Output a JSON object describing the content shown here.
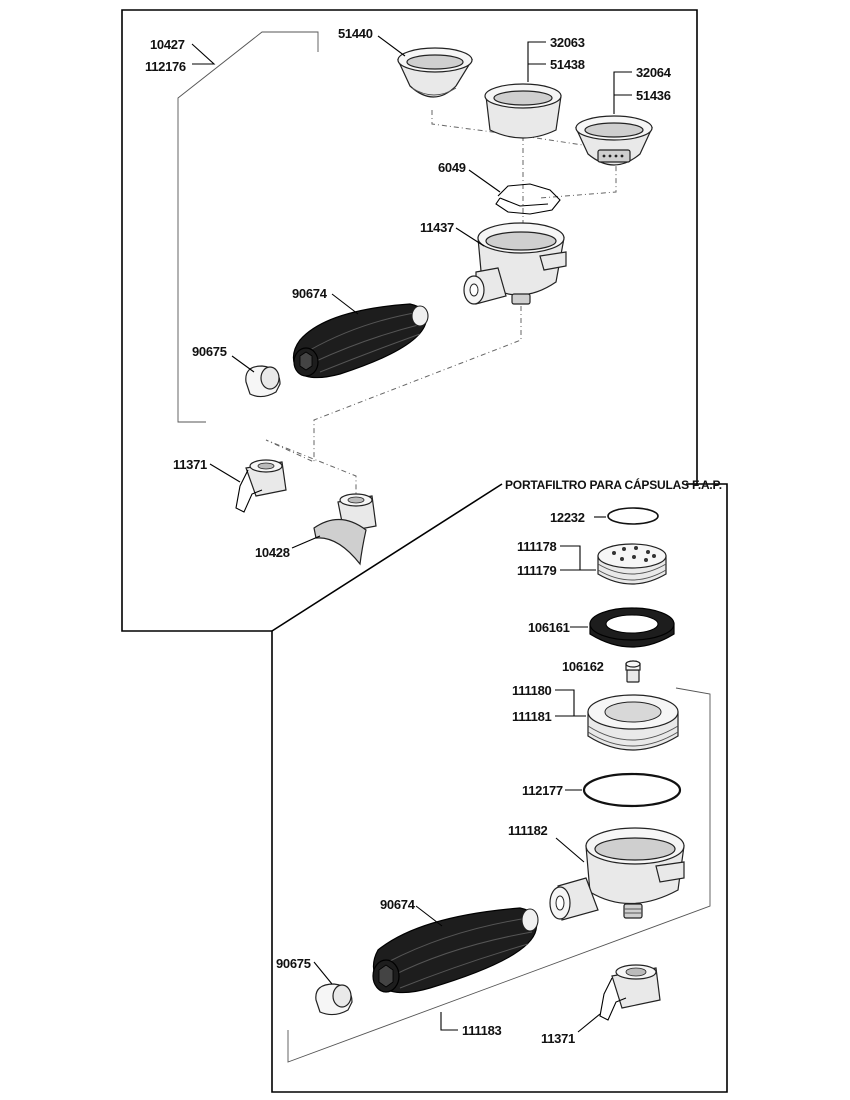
{
  "section_title": "PORTAFILTRO PARA CÁPSULAS F.A.P.",
  "labels": {
    "p10427": "10427",
    "p112176": "112176",
    "p51440": "51440",
    "p32063": "32063",
    "p51438": "51438",
    "p32064": "32064",
    "p51436": "51436",
    "p6049": "6049",
    "p11437": "11437",
    "p90674_top": "90674",
    "p90675_top": "90675",
    "p11371_top": "11371",
    "p10428": "10428",
    "p12232": "12232",
    "p111178": "111178",
    "p111179": "111179",
    "p106161": "106161",
    "p106162": "106162",
    "p111180": "111180",
    "p111181": "111181",
    "p112177": "112177",
    "p111182": "111182",
    "p90674_bottom": "90674",
    "p90675_bottom": "90675",
    "p111183": "111183",
    "p11371_bottom": "11371"
  }
}
